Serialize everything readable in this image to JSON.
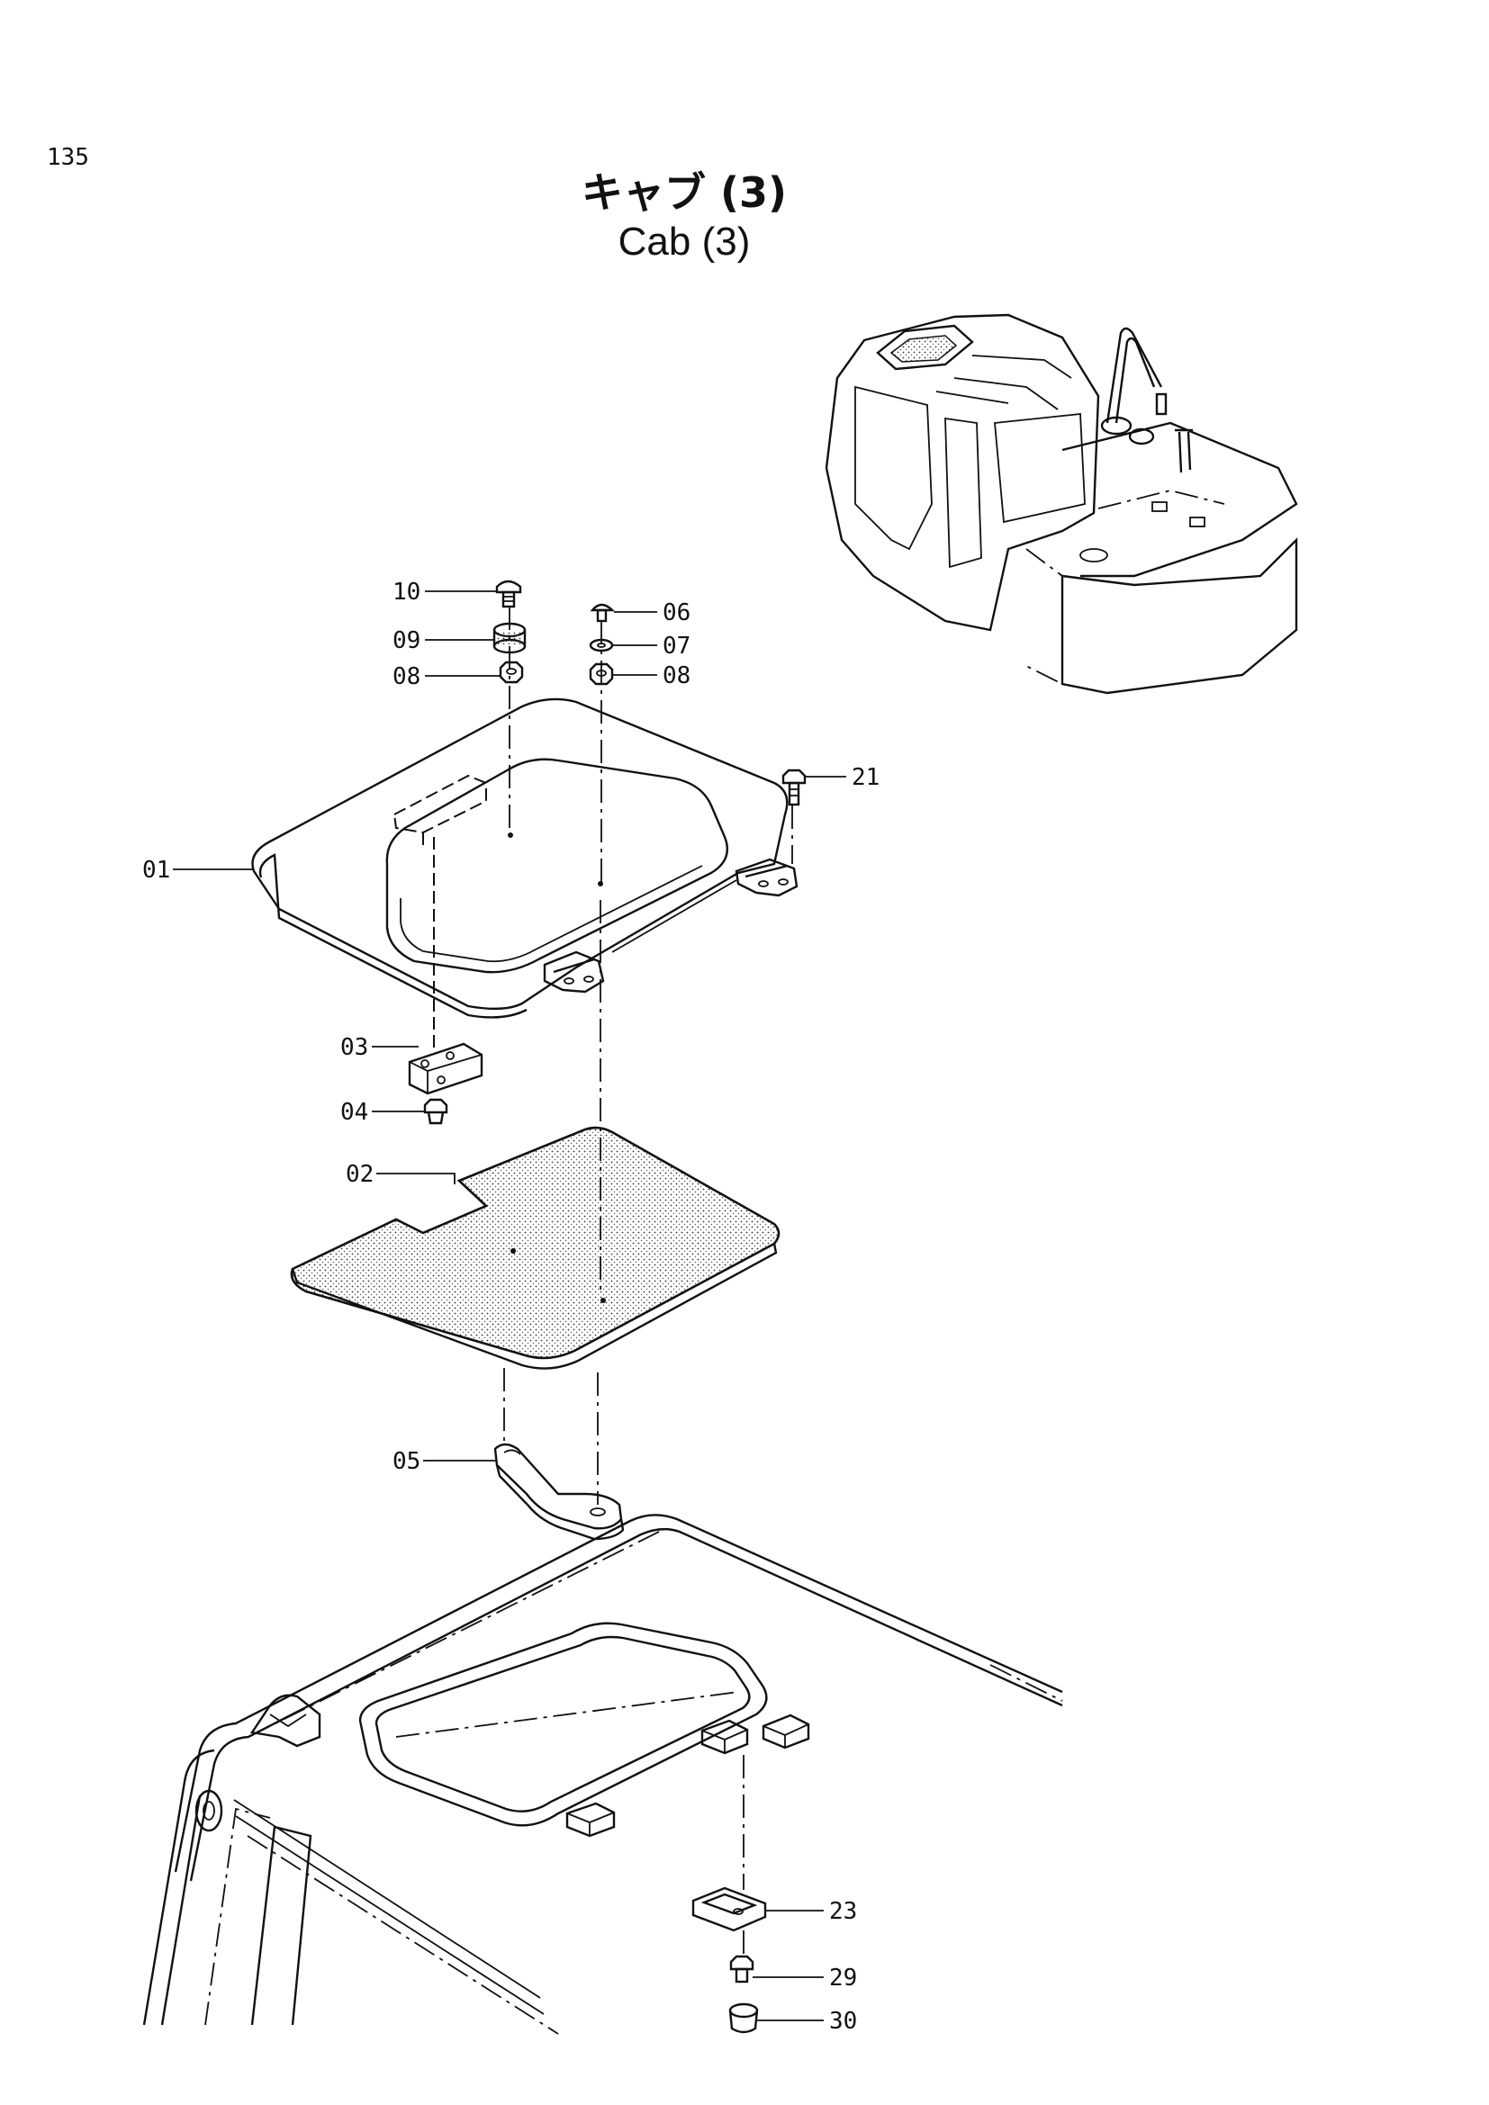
{
  "page": {
    "number": "135",
    "title_jp": "キャブ (3)",
    "title_en": "Cab (3)"
  },
  "callouts": [
    {
      "id": "10",
      "label": "10"
    },
    {
      "id": "09",
      "label": "09"
    },
    {
      "id": "08a",
      "label": "08"
    },
    {
      "id": "06",
      "label": "06"
    },
    {
      "id": "07",
      "label": "07"
    },
    {
      "id": "08b",
      "label": "08"
    },
    {
      "id": "21",
      "label": "21"
    },
    {
      "id": "01",
      "label": "01"
    },
    {
      "id": "03",
      "label": "03"
    },
    {
      "id": "04",
      "label": "04"
    },
    {
      "id": "02",
      "label": "02"
    },
    {
      "id": "05",
      "label": "05"
    },
    {
      "id": "23",
      "label": "23"
    },
    {
      "id": "29",
      "label": "29"
    },
    {
      "id": "30",
      "label": "30"
    }
  ]
}
